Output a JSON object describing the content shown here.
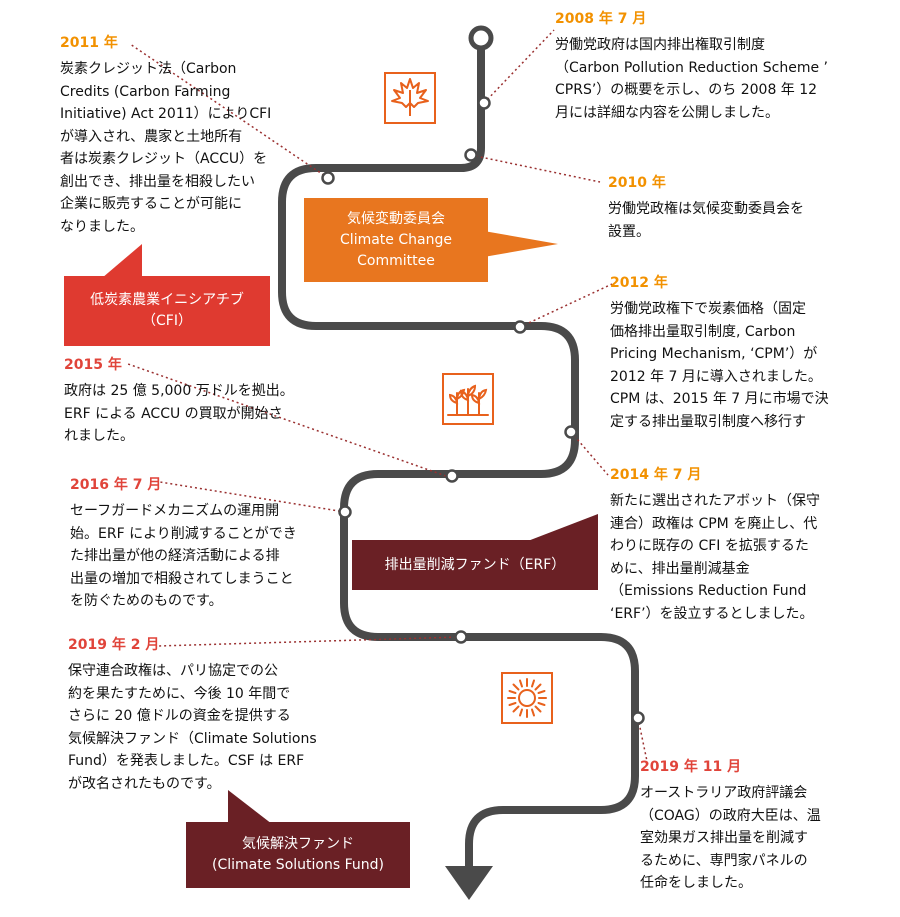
{
  "colors": {
    "road": "#4a4a4a",
    "year_orange": "#f29100",
    "year_red": "#e0443a",
    "callout_orange": "#e8761f",
    "callout_red": "#df3a30",
    "callout_maroon": "#6a2025",
    "leader": "#9a3030",
    "icon": "#e8611c"
  },
  "icons": [
    "leaf-icon",
    "plants-icon",
    "sun-icon"
  ],
  "events": {
    "e2008": {
      "year": "2008 年 7 月",
      "text": "労働党政府は国内排出権取引制度\n（Carbon Pollution Reduction Scheme ’\nCPRS’）の概要を示し、のち 2008 年 12\n月には詳細な内容を公開しました。"
    },
    "e2011": {
      "year": "2011 年",
      "text": "炭素クレジット法（Carbon\nCredits (Carbon Farming\nInitiative) Act 2011）によりCFI\nが導入され、農家と土地所有\n者は炭素クレジット（ACCU）を\n創出でき、排出量を相殺したい\n企業に販売することが可能に\nなりました。"
    },
    "e2010": {
      "year": "2010 年",
      "text": "労働党政権は気候変動委員会を\n設置。"
    },
    "e2012": {
      "year": "2012 年",
      "text": "労働党政権下で炭素価格（固定\n価格排出量取引制度, Carbon\nPricing Mechanism, ‘CPM’）が\n2012 年 7 月に導入されました。\nCPM は、2015 年 7 月に市場で決\n定する排出量取引制度へ移行す"
    },
    "e2015": {
      "year": "2015 年",
      "text": "政府は 25 億 5,000 万ドルを拠出。\nERF による ACCU の買取が開始さ\nれました。"
    },
    "e2014": {
      "year": "2014 年 7 月",
      "text": "新たに選出されたアボット（保守\n連合）政権は CPM を廃止し、代\nわりに既存の CFI を拡張するた\nめに、排出量削減基金\n（Emissions Reduction Fund\n‘ERF’）を設立するとしました。"
    },
    "e2016": {
      "year": "2016 年 7 月",
      "text": "セーフガードメカニズムの運用開\n始。ERF により削減することができ\nた排出量が他の経済活動による排\n出量の増加で相殺されてしまうこと\nを防ぐためのものです。"
    },
    "e2019a": {
      "year": "2019 年 2 月",
      "text": "保守連合政権は、パリ協定での公\n約を果たすために、今後 10 年間で\nさらに 20 億ドルの資金を提供する\n気候解決ファンド（Climate Solutions\nFund）を発表しました。CSF は ERF\nが改名されたものです。"
    },
    "e2019b": {
      "year": "2019 年 11 月",
      "text": "オーストラリア政府評議会\n（COAG）の政府大臣は、温\n室効果ガス排出量を削減す\nるために、専門家パネルの\n任命をしました。"
    }
  },
  "callouts": {
    "ccc": {
      "line1": "気候変動委員会",
      "line2": "Climate Change",
      "line3": "Committee"
    },
    "cfi": {
      "line1": "低炭素農業イニシアチブ",
      "line2": "（CFI）"
    },
    "erf": {
      "line1": "排出量削減ファンド（ERF）"
    },
    "csf": {
      "line1": "気候解決ファンド",
      "line2": "(Climate Solutions Fund)"
    }
  }
}
